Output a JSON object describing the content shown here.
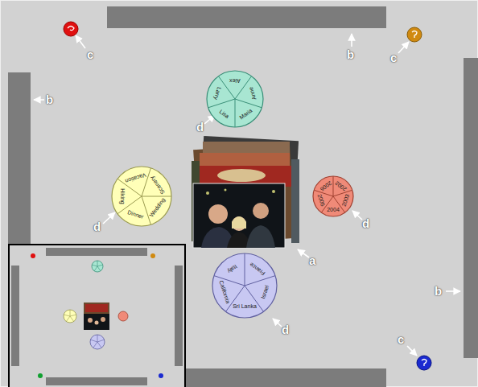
{
  "diagram": {
    "nodes": [
      {
        "text": [
          "Alex",
          "Anne",
          "Maria",
          "Lisa",
          "Larry"
        ]
      },
      {
        "text": [
          "Vacation",
          "Scenery",
          "Wedding",
          "Dinner",
          "Hiking"
        ]
      },
      {
        "text": [
          "2002",
          "2003",
          "2004",
          "2005",
          "2006"
        ]
      },
      {
        "text": [
          "Italy",
          "France",
          "Israel",
          "Sri Lanka",
          "California"
        ]
      }
    ],
    "labels": [
      "c",
      "b",
      "c",
      "b",
      "d",
      "d",
      "d",
      "a",
      "b",
      "d",
      "c"
    ]
  }
}
